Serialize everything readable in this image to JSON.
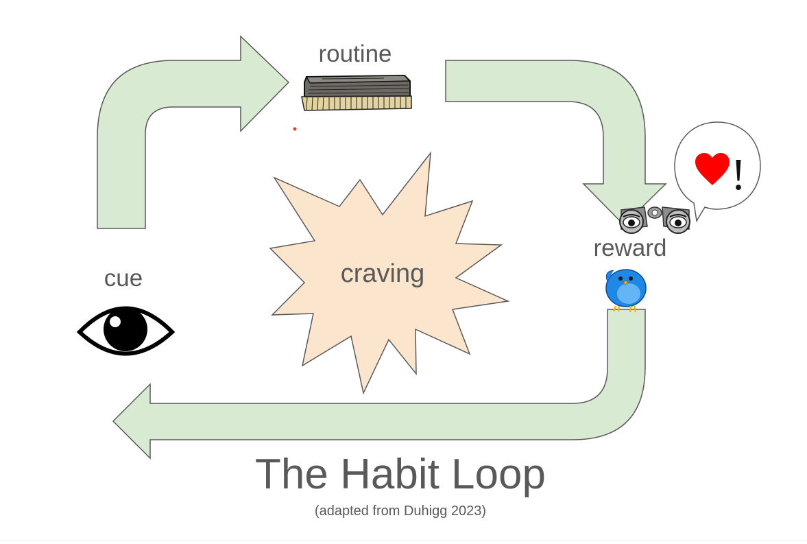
{
  "labels": {
    "routine": "routine",
    "reward": "reward",
    "cue": "cue",
    "craving": "craving"
  },
  "title": "The Habit Loop",
  "subtitle": "(adapted from Duhigg 2023)",
  "speech_bubble": {
    "text": "!"
  },
  "icons": {
    "cue": "eye-icon",
    "routine": "scrub-brush-icon",
    "reward": "binoculars-icon",
    "bird": "blue-bird-icon",
    "heart": "heart-icon"
  },
  "colors": {
    "arrow_fill": "#d9ead3",
    "burst_fill": "#fce5cd",
    "outline": "#595959",
    "text": "#595959",
    "heart": "#ff0000",
    "bird": "#1e88e5"
  }
}
